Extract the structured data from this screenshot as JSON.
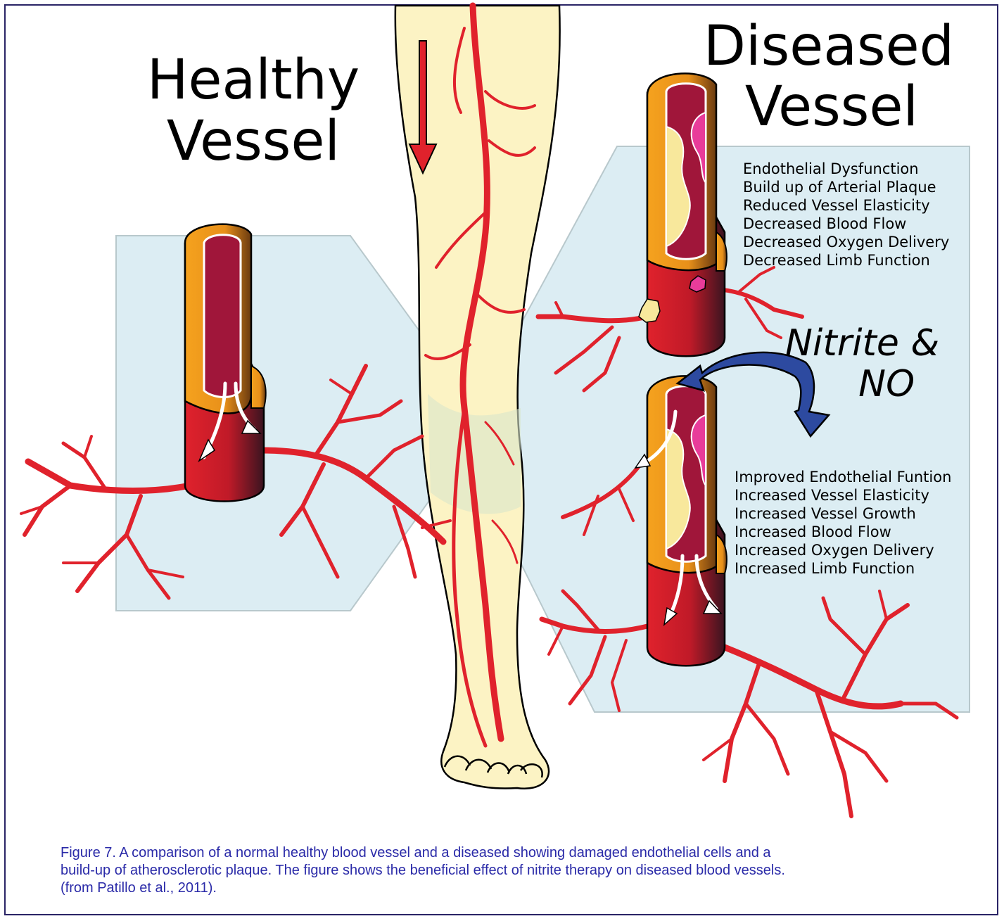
{
  "figure": {
    "healthy_title": [
      "Healthy",
      "Vessel"
    ],
    "diseased_title": [
      "Diseased",
      "Vessel"
    ],
    "treatment_label": [
      "Nitrite &",
      "NO"
    ],
    "diseased_effects": [
      "Endothelial Dysfunction",
      "Build up of Arterial Plaque",
      "Reduced Vessel Elasticity",
      "Decreased Blood Flow",
      "Decreased Oxygen Delivery",
      "Decreased Limb Function"
    ],
    "treated_effects": [
      "Improved Endothelial Funtion",
      "Increased Vessel Elasticity",
      "Increased Vessel Growth",
      "Increased Blood Flow",
      "Increased Oxygen Delivery",
      "Increased Limb Function"
    ],
    "colors": {
      "frame": "#2a2466",
      "panel": "#dcedf3",
      "leg": "#fcf3c4",
      "artery": "#e0222c",
      "vessel_outer": "#f5a21e",
      "vessel_lumen": "#a0163a",
      "plaque_yellow": "#f8e89c",
      "plaque_pink": "#e83c9a",
      "treatment_arrow": "#2d4aa0",
      "caption": "#2a2aa8"
    }
  },
  "caption": {
    "lines": [
      "Figure 7. A comparison of a normal healthy blood vessel and a diseased showing damaged endothelial cells and a",
      "build-up of atherosclerotic plaque. The figure shows the beneficial effect of nitrite therapy on diseased blood vessels.",
      "(from Patillo et al., 2011)."
    ]
  }
}
